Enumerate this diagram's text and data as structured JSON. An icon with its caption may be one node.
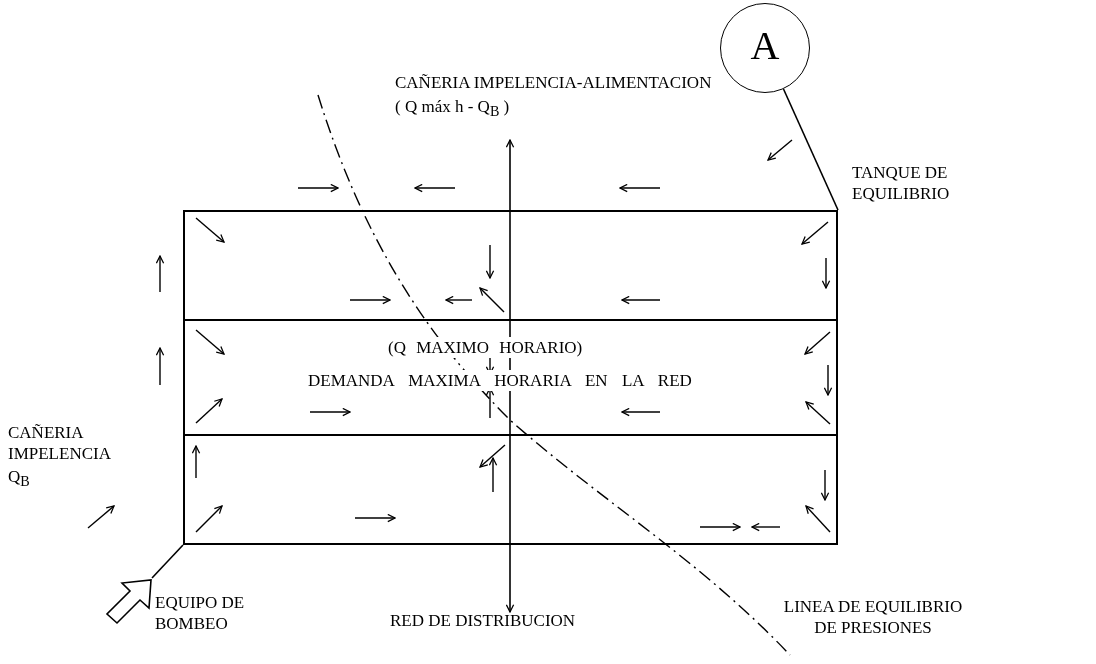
{
  "diagram": {
    "nodes": [
      {
        "text": [
          "A"
        ]
      },
      {
        "text": [
          "(Q MAXIMO HORARIO)",
          "DEMANDA MAXIMA HORARIA EN LA RED"
        ]
      },
      {
        "text": [
          "EQUIPO DE BOMBEO"
        ]
      }
    ],
    "edges": [
      {
        "from": 0,
        "to": 1,
        "arrow": "none"
      },
      {
        "from": 2,
        "to": 1,
        "arrow": "none"
      }
    ],
    "labels": [
      "CAÑERIA IMPELENCIA-ALIMENTACION",
      "( Q máx h - Q$_{B}$ )",
      "TANQUE DE EQUILIBRIO",
      "CAÑERIA IMPELENCIA",
      "Q$_{B}$",
      "LINEA DE EQUILIBRIO DE PRESIONES",
      "RED DE DISTRIBUCION"
    ]
  }
}
